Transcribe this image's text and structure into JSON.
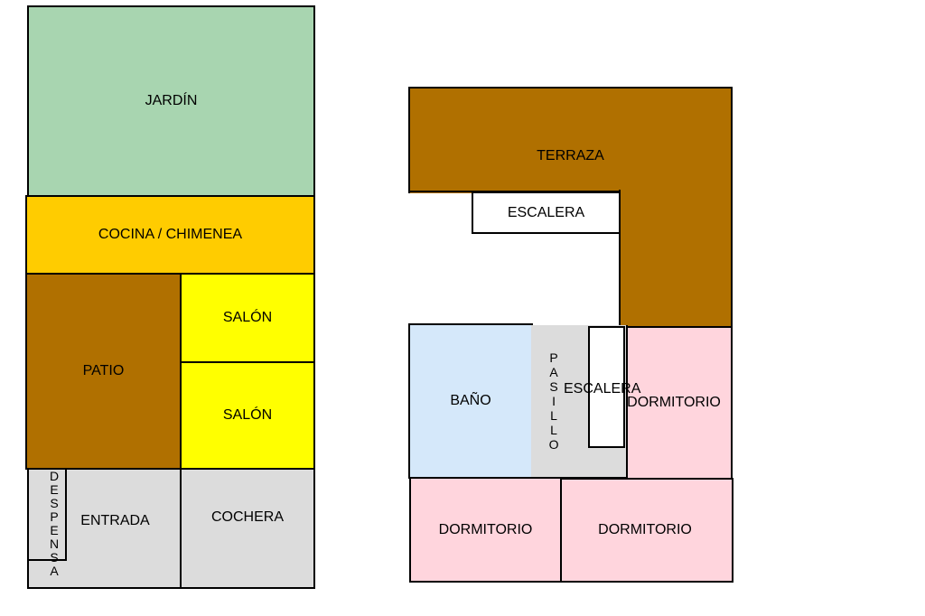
{
  "ground_floor": {
    "jardin": "JARDÍN",
    "cocina": "COCINA / CHIMENEA",
    "patio": "PATIO",
    "salon_1": "SALÓN",
    "salon_2": "SALÓN",
    "despensa": "DESPENSA",
    "entrada": "ENTRADA",
    "cochera": "COCHERA"
  },
  "upper_floor": {
    "terraza": "TERRAZA",
    "escalera_top": "ESCALERA",
    "bano": "BAÑO",
    "pasillo": "PASILLO",
    "escalera_mid": "ESCALERA",
    "dormitorio_right": "DORMITORIO",
    "dormitorio_bottom_left": "DORMITORIO",
    "dormitorio_bottom_right": "DORMITORIO"
  },
  "colors": {
    "jardin": "#a8d5b0",
    "cocina": "#ffcc00",
    "patio": "#b07000",
    "salon": "#ffff00",
    "gray": "#dcdcdc",
    "terraza": "#b07000",
    "bano": "#d5e8fa",
    "dormitorio": "#ffd5dd"
  }
}
